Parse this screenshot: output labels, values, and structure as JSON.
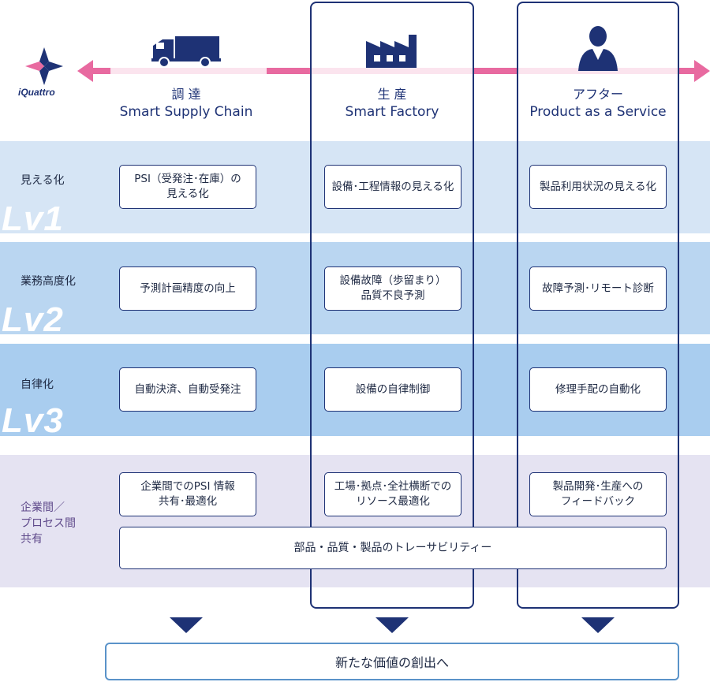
{
  "logo": {
    "text": "iQuattro"
  },
  "colors": {
    "navy": "#1e3275",
    "pink": "#e86aa0",
    "band1": "#d6e5f5",
    "band2": "#bad6f1",
    "band3": "#a9cdef",
    "band4": "#e5e3f2"
  },
  "columns": [
    {
      "icon": "truck-icon",
      "title": "調 達",
      "subtitle": "Smart Supply Chain"
    },
    {
      "icon": "factory-icon",
      "title": "生 産",
      "subtitle": "Smart Factory"
    },
    {
      "icon": "person-icon",
      "title": "アフター",
      "subtitle": "Product as a Service"
    }
  ],
  "levels": [
    {
      "label": "見える化",
      "mark": "Lv1",
      "cells": [
        "PSI（受発注･在庫）の\n見える化",
        "設備･工程情報の見える化",
        "製品利用状況の見える化"
      ]
    },
    {
      "label": "業務高度化",
      "mark": "Lv2",
      "cells": [
        "予測計画精度の向上",
        "設備故障（歩留まり）\n品質不良予測",
        "故障予測･リモート診断"
      ]
    },
    {
      "label": "自律化",
      "mark": "Lv3",
      "cells": [
        "自動決済、自動受発注",
        "設備の自律制御",
        "修理手配の自動化"
      ]
    },
    {
      "label": "企業間／\nプロセス間\n共有",
      "mark": "",
      "cells": [
        "企業間でのPSI 情報\n共有･最適化",
        "工場･拠点･全社横断での\nリソース最適化",
        "製品開発･生産への\nフィードバック"
      ]
    }
  ],
  "traceability": "部品・品質・製品のトレーサビリティー",
  "result": "新たな価値の創出へ"
}
